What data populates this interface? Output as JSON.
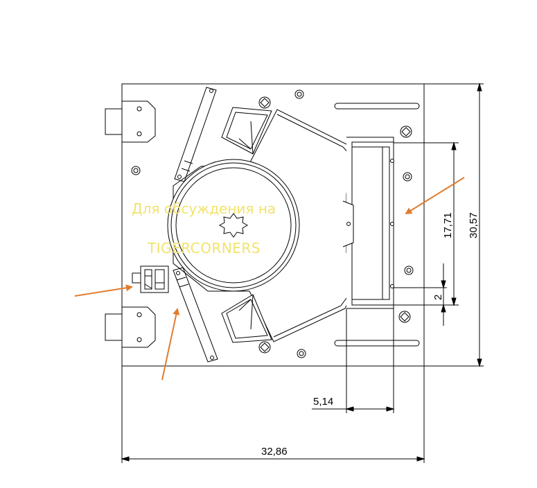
{
  "dimensions": {
    "overall_width": "32,86",
    "overall_height": "30,57",
    "slot_height": "17,71",
    "offset_small": "2",
    "slot_width": "5,14"
  },
  "watermark": {
    "line1": "Для обсуждения на",
    "line2": "TIGERCORNERS"
  },
  "colors": {
    "line": "#000000",
    "arrow": "#e07b2e",
    "watermark": "#f1e36c"
  }
}
